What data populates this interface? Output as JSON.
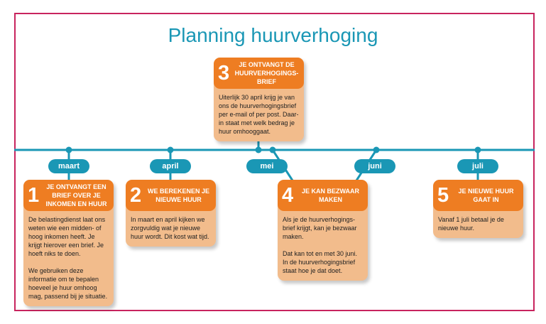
{
  "title": "Planning huurverhoging",
  "months": [
    "maart",
    "april",
    "mei",
    "juni",
    "juli"
  ],
  "steps": [
    {
      "number": "1",
      "heading": "JE ONTVANGT EEN BRIEF OVER JE INKOMEN EN HUUR",
      "text": [
        "De belastingdienst laat ons weten wie een midden- of hoog inkomen heeft. Je krijgt hierover een brief. Je hoeft niks te doen.",
        "We gebruiken deze informatie om te bepalen hoeveel je huur omhoog mag, passend bij je situatie."
      ]
    },
    {
      "number": "2",
      "heading": "WE BEREKENEN JE NIEUWE HUUR",
      "text": [
        "In maart en april kijken we zorgvuldig wat je nieuwe huur wordt. Dit kost wat tijd."
      ]
    },
    {
      "number": "3",
      "heading": "JE ONTVANGT DE HUURVERHOGINGS-BRIEF",
      "text": [
        "Uiterlijk 30 april krijg je van ons de huurverhogingsbrief per e-mail of per post. Daar-in staat met welk bedrag je huur omhooggaat."
      ]
    },
    {
      "number": "4",
      "heading": "JE KAN BEZWAAR MAKEN",
      "text": [
        "Als je de huurverhogings-brief krijgt, kan je bezwaar maken.",
        "Dat kan tot en met 30 juni. In de huurverhogingsbrief staat hoe je dat doet."
      ]
    },
    {
      "number": "5",
      "heading": "JE NIEUWE HUUR GAAT IN",
      "text": [
        "Vanaf 1 juli betaal je de nieuwe huur."
      ]
    }
  ],
  "colors": {
    "teal": "#1a97b5",
    "orange": "#ee7d22",
    "peach": "#f2bc8c",
    "border": "#c8245e"
  }
}
